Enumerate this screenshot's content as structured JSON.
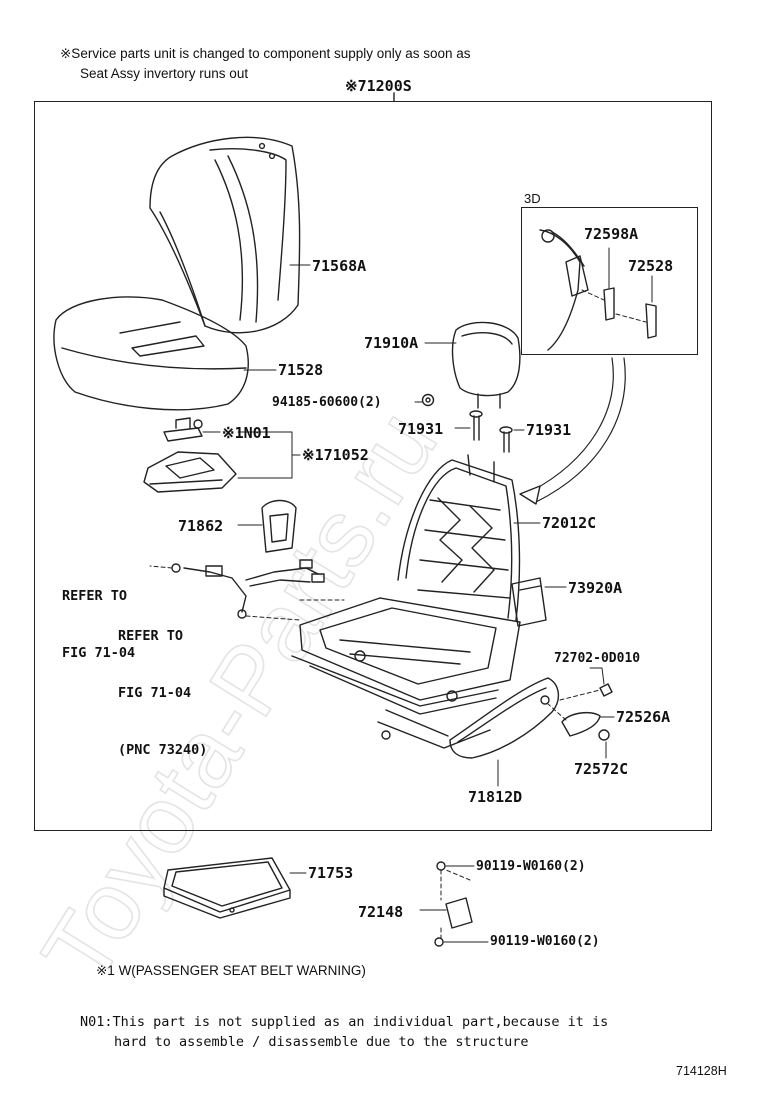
{
  "watermark": "Toyota-Parts.ru",
  "header": {
    "note_line1": "※Service parts unit is changed to component supply only as soon as",
    "note_line2": "Seat Assy invertory runs out",
    "assembly_code": "※71200S"
  },
  "inset": {
    "title": "3D"
  },
  "parts": {
    "p71568A": "71568A",
    "p71528": "71528",
    "p1N01": "※1N01",
    "p171052": "※171052",
    "p71910A": "71910A",
    "p94185": "94185-60600(2)",
    "p71931a": "71931",
    "p71931b": "71931",
    "p72598A": "72598A",
    "p72528": "72528",
    "p72012C": "72012C",
    "p71862": "71862",
    "p73920A": "73920A",
    "p72702": "72702-0D010",
    "p72526A": "72526A",
    "p72572C": "72572C",
    "p71812D": "71812D",
    "p71753": "71753",
    "p72148": "72148",
    "p90119a": "90119-W0160(2)",
    "p90119b": "90119-W0160(2)"
  },
  "refs": {
    "ref1_line1": "REFER TO",
    "ref1_line2": "FIG 71-04",
    "ref2_line1": "REFER TO",
    "ref2_line2": "FIG 71-04",
    "ref2_line3": "(PNC 73240)"
  },
  "footnotes": {
    "w_note": "※1 W(PASSENGER SEAT BELT WARNING)",
    "n01_line1": "N01:This part is not supplied as an individual part,because it is",
    "n01_line2": "hard to assemble / disassemble due to the structure",
    "drawing_id": "714128H"
  }
}
